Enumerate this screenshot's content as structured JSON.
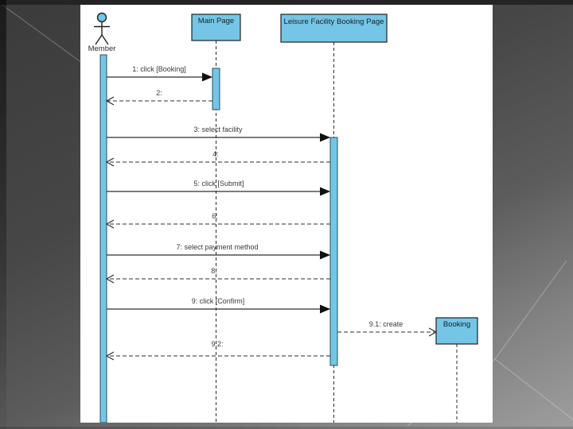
{
  "slide": {
    "background_top_left": "#3b3b3b",
    "background_bottom_right": "#9e9e9e",
    "panel_color": "#ffffff"
  },
  "diagram": {
    "type": "uml-sequence",
    "colors": {
      "element_fill": "#74c5e6",
      "stroke": "#222222",
      "label_text": "#3a3a3a"
    },
    "actor": {
      "label": "Member"
    },
    "objects": [
      {
        "label": "Main Page"
      },
      {
        "label": "Leisure Facility Booking Page"
      },
      {
        "label": "Booking"
      }
    ],
    "messages": [
      {
        "label": "1: click [Booking]",
        "kind": "call",
        "from": "Member",
        "to": "Main Page"
      },
      {
        "label": "2:",
        "kind": "return",
        "from": "Main Page",
        "to": "Member"
      },
      {
        "label": "3: select facility",
        "kind": "call",
        "from": "Member",
        "to": "Leisure Facility Booking Page"
      },
      {
        "label": "4:",
        "kind": "return",
        "from": "Leisure Facility Booking Page",
        "to": "Member"
      },
      {
        "label": "5: click [Submit]",
        "kind": "call",
        "from": "Member",
        "to": "Leisure Facility Booking Page"
      },
      {
        "label": "6:",
        "kind": "return",
        "from": "Leisure Facility Booking Page",
        "to": "Member"
      },
      {
        "label": "7: select payment method",
        "kind": "call",
        "from": "Member",
        "to": "Leisure Facility Booking Page"
      },
      {
        "label": "8:",
        "kind": "return",
        "from": "Leisure Facility Booking Page",
        "to": "Member"
      },
      {
        "label": "9: click [Confirm]",
        "kind": "call",
        "from": "Member",
        "to": "Leisure Facility Booking Page"
      },
      {
        "label": "9.1: create",
        "kind": "create",
        "from": "Leisure Facility Booking Page",
        "to": "Booking"
      },
      {
        "label": "9.2:",
        "kind": "return",
        "from": "Leisure Facility Booking Page",
        "to": "Member"
      }
    ]
  }
}
